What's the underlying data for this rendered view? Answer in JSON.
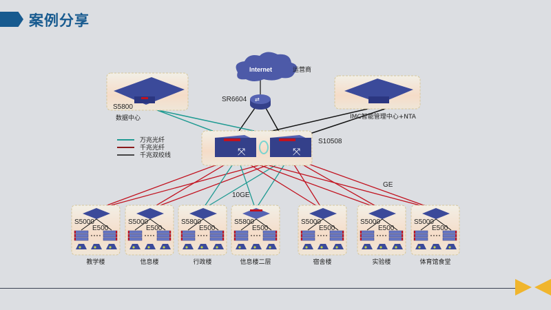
{
  "header": {
    "title": "案例分享"
  },
  "diagram": {
    "internet": {
      "label": "Internet",
      "provider_label": "运营商"
    },
    "router": {
      "label": "SR6604"
    },
    "datacenter": {
      "switch_label": "S5800",
      "caption": "数据中心"
    },
    "management": {
      "caption": "IMC智能管理中心+NTA"
    },
    "core": {
      "label": "S10508"
    },
    "legend": [
      {
        "label": "万兆光纤",
        "color": "#1f9a92"
      },
      {
        "label": "千兆光纤",
        "color": "#c1121f"
      },
      {
        "label": "千兆双绞线",
        "color": "#111111"
      }
    ],
    "link_labels": {
      "tenge": "10GE",
      "ge": "GE"
    },
    "buildings": [
      {
        "switch": "S5000",
        "access": "E500",
        "name": "教学楼",
        "uplink": "ge"
      },
      {
        "switch": "S5000",
        "access": "E500",
        "name": "信息楼",
        "uplink": "ge"
      },
      {
        "switch": "S5800",
        "access": "E500",
        "name": "行政楼",
        "uplink": "tenge"
      },
      {
        "switch": "S5800",
        "access": "E500",
        "name": "信息楼二层",
        "uplink": "tenge"
      },
      {
        "switch": "S5000",
        "access": "E500",
        "name": "宿舍楼",
        "uplink": "ge"
      },
      {
        "switch": "S5000",
        "access": "E500",
        "name": "实验楼",
        "uplink": "ge"
      },
      {
        "switch": "S5000",
        "access": "E500",
        "name": "体育馆食堂",
        "uplink": "ge"
      }
    ]
  },
  "colors": {
    "brand": "#175a8f",
    "accent": "#f0b52d",
    "tenge": "#1f9a92",
    "ge": "#c1121f",
    "copper": "#111111",
    "device": "#3b4a9a"
  }
}
